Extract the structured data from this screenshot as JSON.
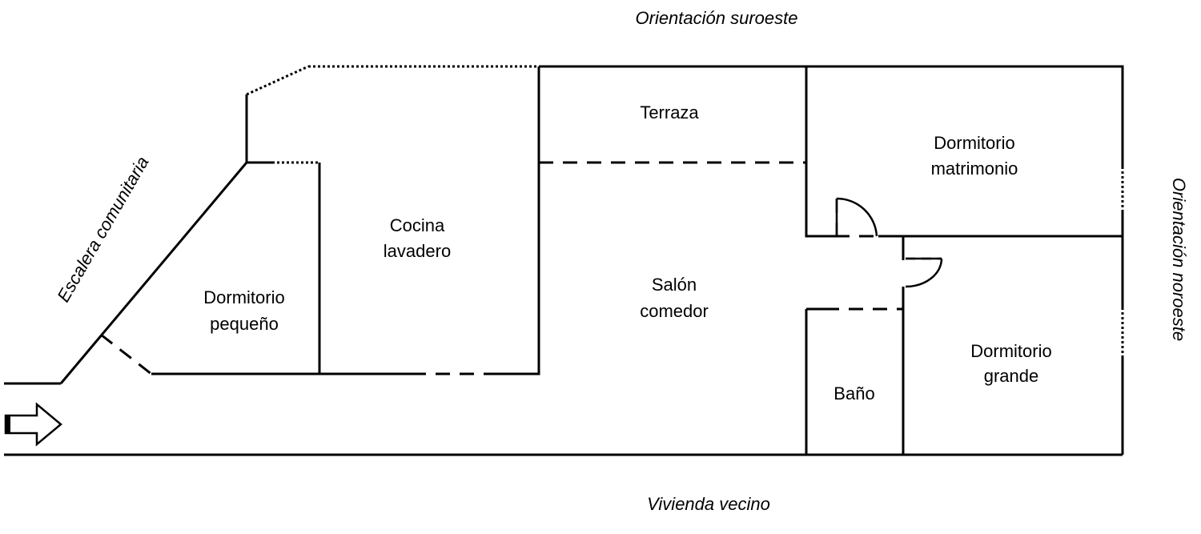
{
  "orientation": {
    "top": "Orientación suroeste",
    "bottom": "Vivienda vecino",
    "right": "Orientación noroeste",
    "left": "Escalera comunitaria"
  },
  "rooms": {
    "terraza": [
      "Terraza"
    ],
    "dormitorio_matrimonio": [
      "Dormitorio",
      "matrimonio"
    ],
    "cocina": [
      "Cocina",
      "lavadero"
    ],
    "dormitorio_pequeno": [
      "Dormitorio",
      "pequeño"
    ],
    "salon": [
      "Salón",
      "comedor"
    ],
    "dormitorio_grande": [
      "Dormitorio",
      "grande"
    ],
    "bano": [
      "Baño"
    ]
  },
  "icons": {
    "entrance": "entrance-arrow-icon"
  }
}
